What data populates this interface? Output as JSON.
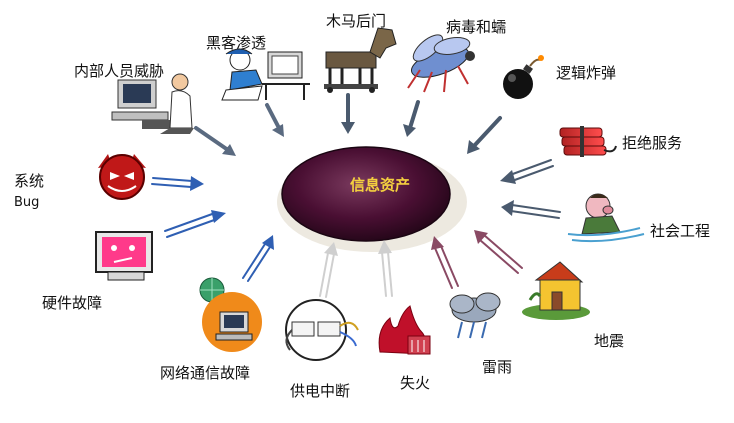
{
  "center": {
    "label": "信息资产"
  },
  "threats": {
    "insider": "内部人员威胁",
    "hacker": "黑客渗透",
    "trojan": "木马后门",
    "virus": "病毒和蠕",
    "logic_bomb": "逻辑炸弹",
    "dos": "拒绝服务",
    "bug_line1": "系统",
    "bug_line2": "Bug",
    "social": "社会工程",
    "hardware": "硬件故障",
    "network": "网络通信故障",
    "power": "供电中断",
    "fire": "失火",
    "storm": "雷雨",
    "quake": "地震"
  },
  "colors": {
    "blue_arrow": "#2f5fb3",
    "gray_arrow": "#4a5a6e",
    "mauve_arrow": "#8a4a64",
    "light_arrow": "#d0d0d0",
    "center_fill": "#3a0a28",
    "center_text": "#f4d03f"
  }
}
